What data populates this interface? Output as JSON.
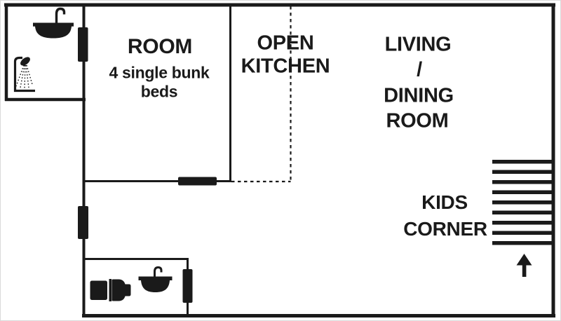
{
  "diagram": {
    "type": "floor-plan",
    "colors": {
      "wall": "#1a1a1a",
      "background": "#ffffff"
    },
    "labels": {
      "bunk_room": {
        "line1": "ROOM",
        "line2": "4 single bunk",
        "line3": "beds"
      },
      "open_kitchen": {
        "line1": "OPEN",
        "line2": "KITCHEN"
      },
      "living_dining": {
        "line1": "LIVING",
        "line2": "/",
        "line3": "DINING",
        "line4": "ROOM"
      },
      "kids_corner": {
        "line1": "KIDS",
        "line2": "CORNER"
      }
    },
    "features": {
      "bathroom_top_left": {
        "icons": [
          "sink-icon",
          "shower-icon"
        ]
      },
      "wc_bottom": {
        "icons": [
          "toilet-icon",
          "sink-icon"
        ]
      },
      "stairs": {
        "icon": "stairs-icon",
        "steps": 9
      },
      "entrance_arrow": {
        "icon": "arrow-up-icon",
        "direction": "up"
      },
      "doors_count": 4,
      "open_kitchen_boundary": "dashed"
    }
  }
}
